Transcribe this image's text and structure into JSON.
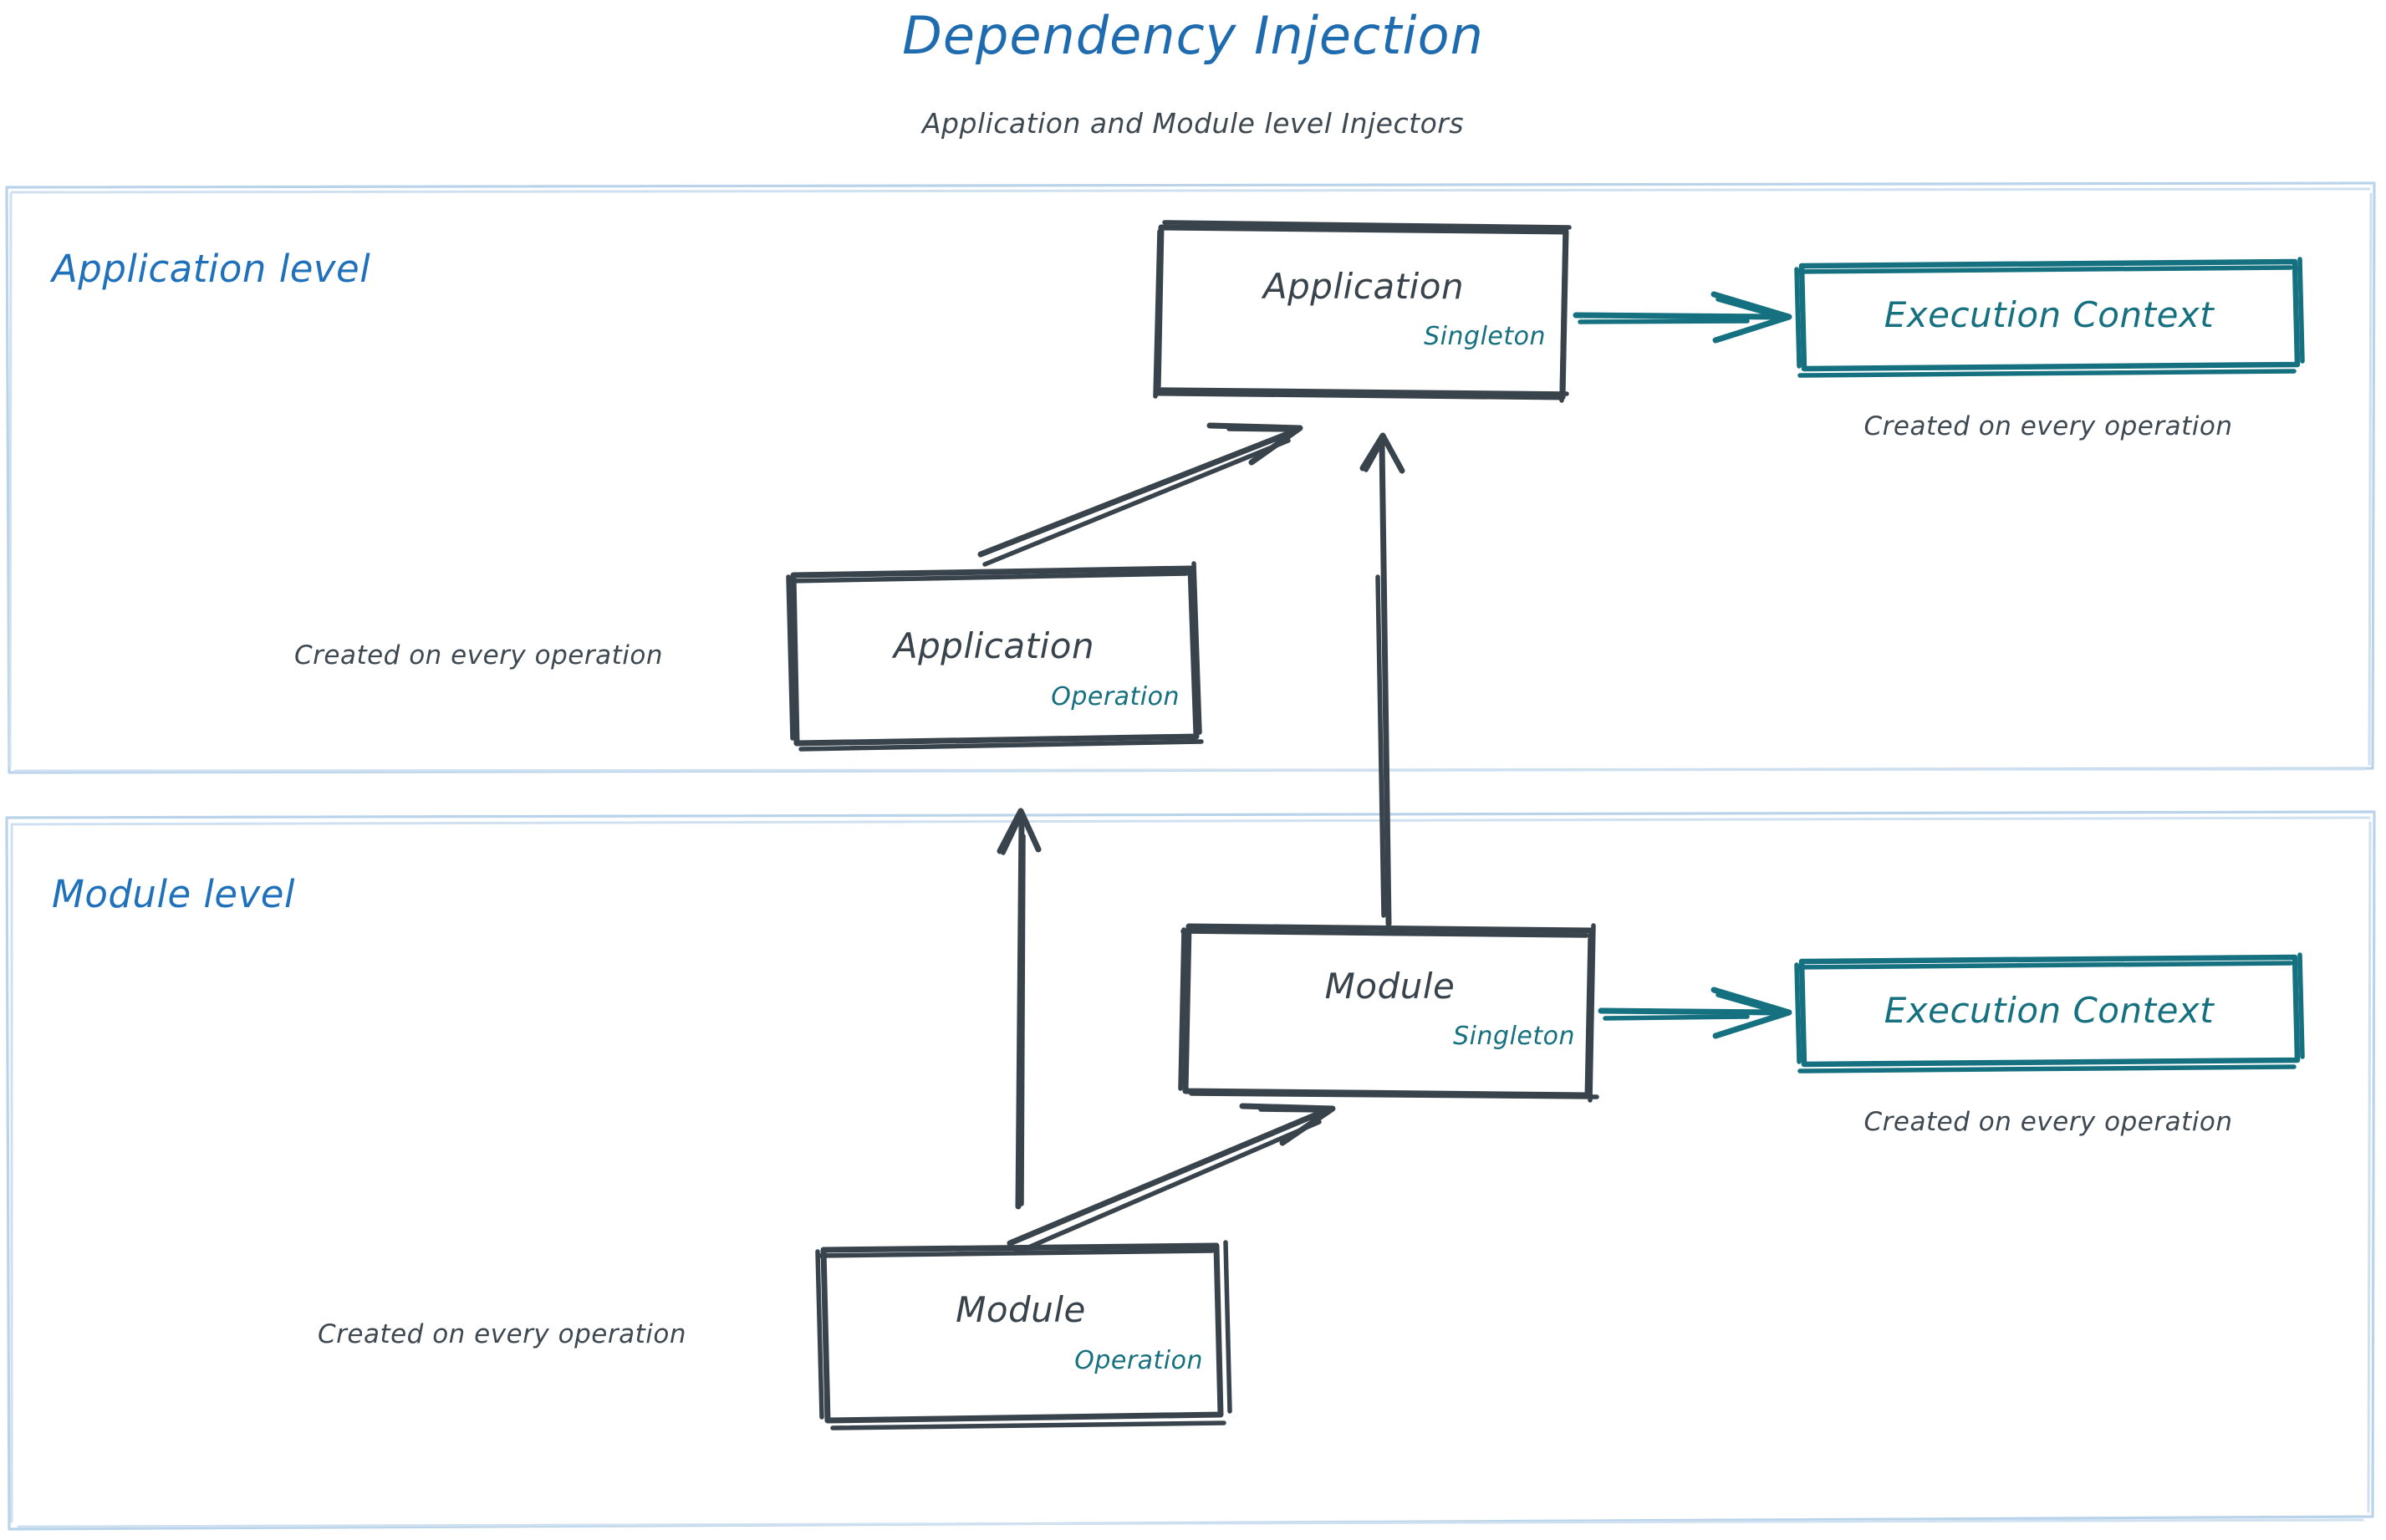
{
  "header": {
    "title": "Dependency Injection",
    "subtitle": "Application and Module level Injectors"
  },
  "colors": {
    "title_blue": "#1f6bb0",
    "group_blue": "#2071bb",
    "container_border": "#b9d3ea",
    "node_stroke": "#39434c",
    "accent_teal": "#15707f",
    "caption_gray": "#3e4851",
    "background": "#ffffff"
  },
  "groups": [
    {
      "id": "application-level",
      "label": "Application level"
    },
    {
      "id": "module-level",
      "label": "Module level"
    }
  ],
  "nodes": {
    "app_singleton": {
      "title": "Application",
      "scope": "Singleton"
    },
    "app_operation": {
      "title": "Application",
      "scope": "Operation"
    },
    "module_singleton": {
      "title": "Module",
      "scope": "Singleton"
    },
    "module_operation": {
      "title": "Module",
      "scope": "Operation"
    },
    "exec_ctx_app": {
      "title": "Execution Context"
    },
    "exec_ctx_module": {
      "title": "Execution Context"
    }
  },
  "captions": {
    "exec_ctx_app": "Created on every operation",
    "app_operation": "Created on every operation",
    "exec_ctx_module": "Created on every operation",
    "module_operation": "Created on every operation"
  },
  "edges": [
    {
      "id": "app-singleton-to-exec-ctx",
      "from": "app_singleton",
      "to": "exec_ctx_app",
      "color": "#15707f",
      "style": "solid-arrow"
    },
    {
      "id": "app-operation-to-app-singleton",
      "from": "app_operation",
      "to": "app_singleton",
      "color": "#39434c",
      "style": "double-line-arrow"
    },
    {
      "id": "module-singleton-to-app-singleton",
      "from": "module_singleton",
      "to": "app_singleton",
      "color": "#39434c",
      "style": "solid-arrow"
    },
    {
      "id": "module-singleton-to-exec-ctx",
      "from": "module_singleton",
      "to": "exec_ctx_module",
      "color": "#15707f",
      "style": "solid-arrow"
    },
    {
      "id": "module-operation-to-module-singleton",
      "from": "module_operation",
      "to": "module_singleton",
      "color": "#39434c",
      "style": "double-line-arrow"
    },
    {
      "id": "module-operation-to-app-operation",
      "from": "module_operation",
      "to": "app_operation",
      "color": "#39434c",
      "style": "solid-arrow"
    }
  ]
}
